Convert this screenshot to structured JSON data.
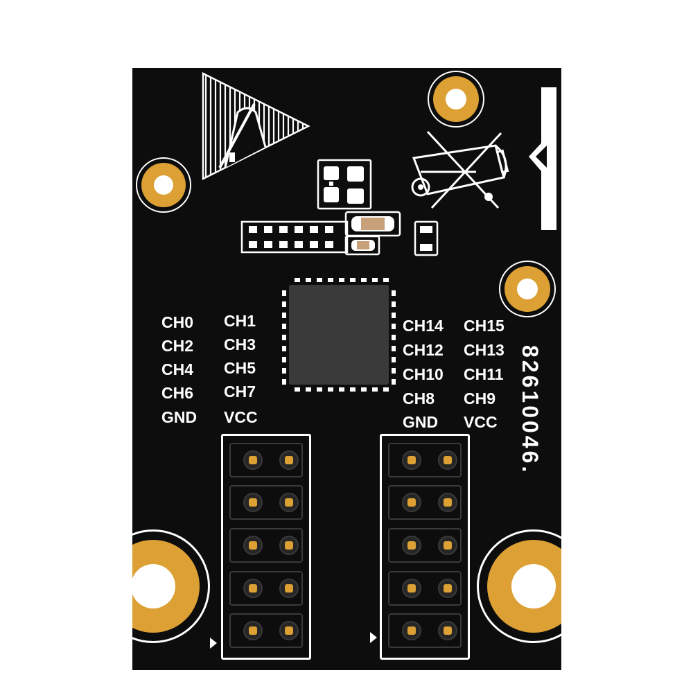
{
  "board": {
    "color": "#0d0d0d",
    "pad_color": "#dca034",
    "silkscreen_color": "#ffffff",
    "part_number": "82610046."
  },
  "left_header_labels": {
    "row1": [
      "CH0",
      "CH1"
    ],
    "row2": [
      "CH2",
      "CH3"
    ],
    "row3": [
      "CH4",
      "CH5"
    ],
    "row4": [
      "CH6",
      "CH7"
    ],
    "row5": [
      "GND",
      "VCC"
    ]
  },
  "right_header_labels": {
    "row1": [
      "CH14",
      "CH15"
    ],
    "row2": [
      "CH12",
      "CH13"
    ],
    "row3": [
      "CH10",
      "CH11"
    ],
    "row4": [
      "CH8",
      "CH9"
    ],
    "row5": [
      "GND",
      "VCC"
    ]
  },
  "icons": {
    "esd": "esd-warning-icon",
    "weee": "crossed-out-bin-icon",
    "pin1": "pin1-marker-icon"
  }
}
